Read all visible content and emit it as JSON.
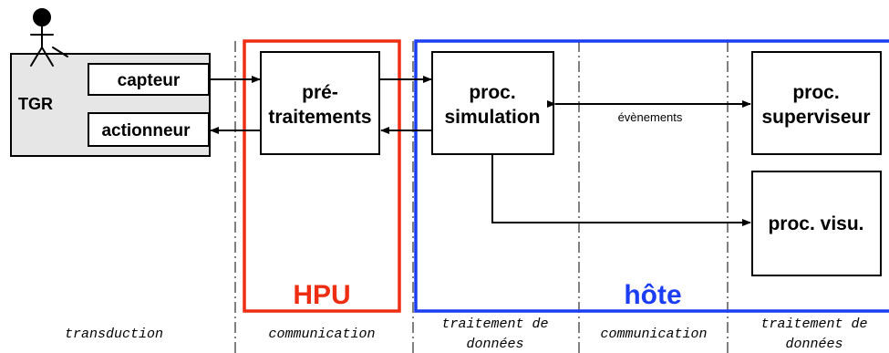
{
  "actor": {
    "icon": "stick-figure-icon",
    "label": "TGR"
  },
  "blocks": {
    "capteur": "capteur",
    "actionneur": "actionneur",
    "pretraitements_line1": "pré-",
    "pretraitements_line2": "traitements",
    "simulation_line1": "proc.",
    "simulation_line2": "simulation",
    "superviseur_line1": "proc.",
    "superviseur_line2": "superviseur",
    "visu": "proc. visu."
  },
  "zones": {
    "hpu": {
      "label": "HPU",
      "color": "#ee2e12"
    },
    "hote": {
      "label": "hôte",
      "color": "#1c3ef2"
    }
  },
  "connectors": {
    "events_label": "évènements"
  },
  "columns": {
    "transduction": "transduction",
    "communication_1": "communication",
    "traitement_1_line1": "traitement de",
    "traitement_1_line2": "données",
    "communication_2": "communication",
    "traitement_2_line1": "traitement de",
    "traitement_2_line2": "données"
  },
  "colors": {
    "actor_fill": "#e6e6e6",
    "ink": "#000000"
  }
}
